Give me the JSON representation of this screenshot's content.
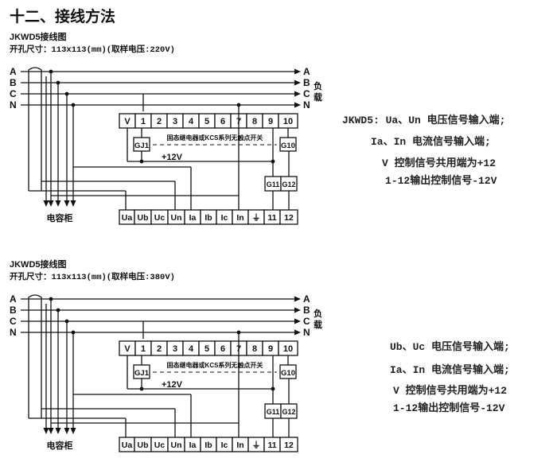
{
  "heading": "十二、接线方法",
  "diagrams": [
    {
      "title": "JKWD5接线图",
      "subtitle": "开孔尺寸：113x113(mm)(取样电压:220V)",
      "notes": [
        "JKWD5: Ua、Un 电压信号输入端;",
        "Ia、In 电流信号输入端;",
        "V 控制信号共用端为+12",
        "1-12输出控制信号-12V"
      ]
    },
    {
      "title": "JKWD5接线图",
      "subtitle": "开孔尺寸：113x113(mm)(取样电压:380V)",
      "notes": [
        "Ub、Uc 电压信号输入端;",
        "Ia、In 电流信号输入端;",
        "V 控制信号共用端为+12",
        "1-12输出控制信号-12V"
      ]
    }
  ],
  "lines": {
    "left": [
      "A",
      "B",
      "C",
      "N"
    ],
    "right": [
      "A",
      "B",
      "C",
      "N"
    ],
    "load_label_1": "负",
    "load_label_2": "载"
  },
  "top_terminals": [
    "V",
    "1",
    "2",
    "3",
    "4",
    "5",
    "6",
    "7",
    "8",
    "9",
    "10"
  ],
  "bottom_terminals": [
    "Ua",
    "Ub",
    "Uc",
    "Un",
    "Ia",
    "Ib",
    "Ic",
    "In",
    "⏚",
    "11",
    "12"
  ],
  "relays": {
    "gj1": "GJ1",
    "g10": "G10",
    "g11": "G11",
    "g12": "G12"
  },
  "switch_label": "固态继电器或KCS系列无触点开关",
  "voltage_label": "+12V",
  "capacitor_label": "电容柜",
  "colors": {
    "ink": "#111111"
  }
}
